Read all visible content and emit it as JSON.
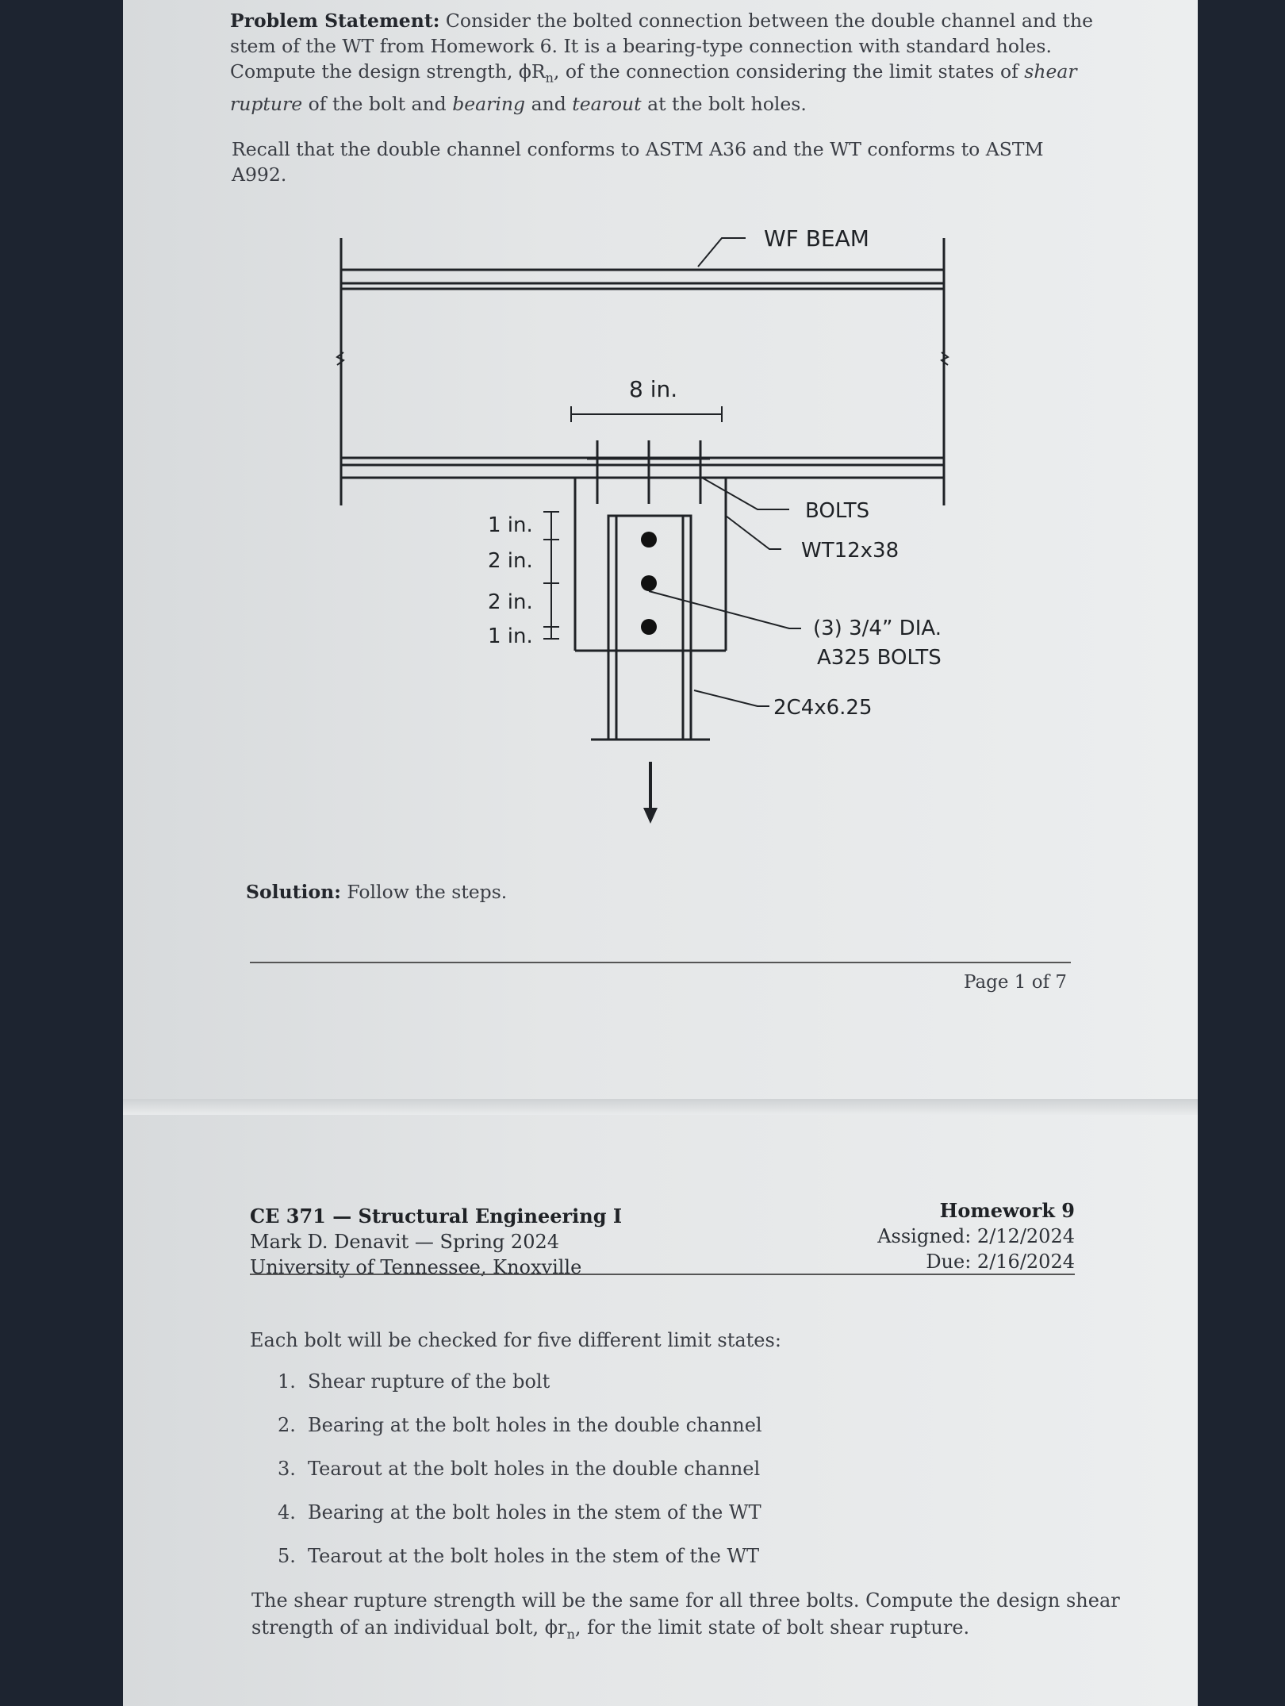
{
  "problem": {
    "label": "Problem Statement:",
    "line1": "Consider the bolted connection between the double channel and the",
    "line2": "stem of the WT from Homework 6. It is a bearing-type connection with standard holes.",
    "line3": "Compute the design strength, ϕR",
    "line3_sub": "n",
    "line3_end": ", of the connection considering the limit states of",
    "line3_em": "shear",
    "line4_em": "rupture",
    "line4_a": "of the bolt and",
    "line4_em2": "bearing",
    "line4_b": "and",
    "line4_em3": "tearout",
    "line4_c": "at the bolt holes."
  },
  "recall": {
    "line1": "Recall that the double channel conforms to ASTM A36 and the WT conforms to ASTM",
    "line2": "A992."
  },
  "figure": {
    "beam_label": "WF BEAM",
    "width_dim": "8 in.",
    "bolts_label": "BOLTS",
    "wt_label": "WT12x38",
    "bolt_spec_1": "(3) 3/4” DIA.",
    "bolt_spec_2": "A325 BOLTS",
    "channel_label": "2C4x6.25",
    "spacing": [
      "1 in.",
      "2 in.",
      "2 in.",
      "1 in."
    ]
  },
  "solution": {
    "label": "Solution:",
    "text": "Follow the steps."
  },
  "footer": {
    "page": "Page 1 of 7"
  },
  "header": {
    "course": "CE 371 — Structural Engineering I",
    "instructor": "Mark D. Denavit — Spring 2024",
    "university": "University of Tennessee, Knoxville",
    "homework": "Homework 9",
    "assigned": "Assigned: 2/12/2024",
    "due": "Due: 2/16/2024"
  },
  "limit_states": {
    "intro": "Each bolt will be checked for five different limit states:",
    "items": [
      "Shear rupture of the bolt",
      "Bearing at the bolt holes in the double channel",
      "Tearout at the bolt holes in the double channel",
      "Bearing at the bolt holes in the stem of the WT",
      "Tearout at the bolt holes in the stem of the WT"
    ],
    "numbers": [
      "1.",
      "2.",
      "3.",
      "4.",
      "5."
    ]
  },
  "shear": {
    "line1": "The shear rupture strength will be the same for all three bolts. Compute the design shear",
    "line2a": "strength of an individual bolt, ϕr",
    "line2_sub": "n",
    "line2b": ", for the limit state of bolt shear rupture."
  }
}
